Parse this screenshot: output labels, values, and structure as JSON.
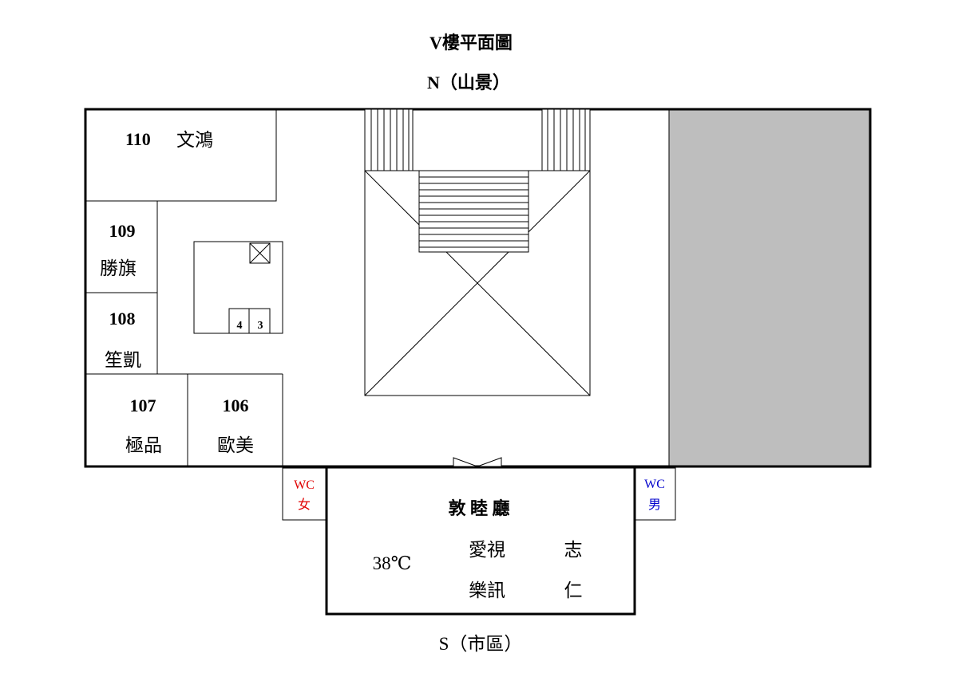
{
  "title": "V樓平面圖",
  "north_label": "N（山景）",
  "south_label": "S（市區）",
  "rooms": [
    {
      "id": "r110",
      "number": "110",
      "name": "文鴻"
    },
    {
      "id": "r109",
      "number": "109",
      "name": "勝旗"
    },
    {
      "id": "r108",
      "number": "108",
      "name": "笙凱"
    },
    {
      "id": "r107",
      "number": "107",
      "name": "極品"
    },
    {
      "id": "r106",
      "number": "106",
      "name": "歐美"
    }
  ],
  "elevators": [
    "4",
    "3"
  ],
  "restrooms": {
    "female": {
      "code": "WC",
      "label": "女",
      "color": "#e00000"
    },
    "male": {
      "code": "WC",
      "label": "男",
      "color": "#0000cc"
    }
  },
  "hall": {
    "name": "敦 睦 廳",
    "capacity": "38℃",
    "notes": [
      "愛視",
      "樂訊"
    ],
    "side": [
      "志",
      "仁"
    ]
  },
  "colors": {
    "wall": "#000000",
    "unused_area": "#bebebe"
  }
}
